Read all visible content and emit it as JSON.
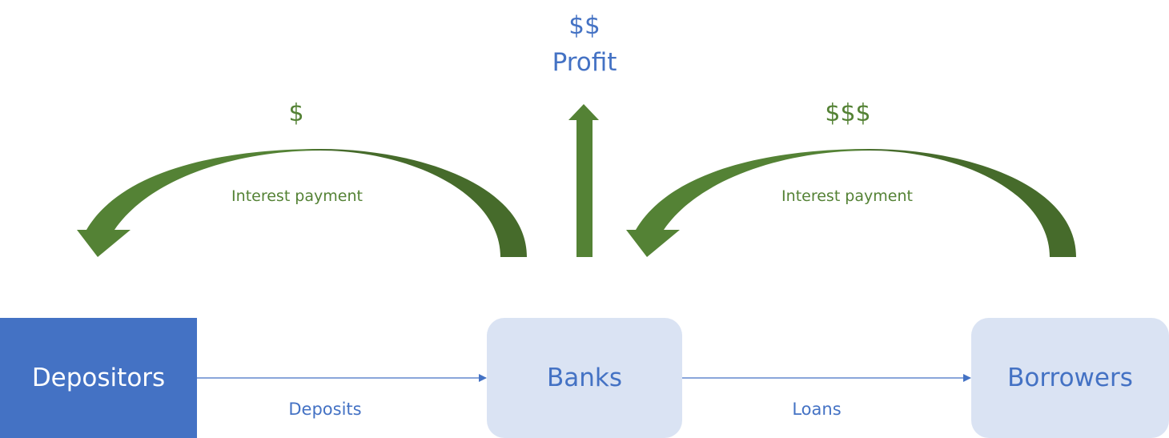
{
  "profit": {
    "symbol": "$$",
    "label": "Profit"
  },
  "left_flow": {
    "symbol": "$",
    "label": "Interest payment"
  },
  "right_flow": {
    "symbol": "$$$",
    "label": "Interest payment"
  },
  "nodes": {
    "depositors": "Depositors",
    "banks": "Banks",
    "borrowers": "Borrowers"
  },
  "edges": {
    "deposits": "Deposits",
    "loans": "Loans"
  },
  "colors": {
    "green": "#548235",
    "dark_green": "#466b2b",
    "blue": "#4472c4",
    "light_blue": "#dae3f3"
  }
}
